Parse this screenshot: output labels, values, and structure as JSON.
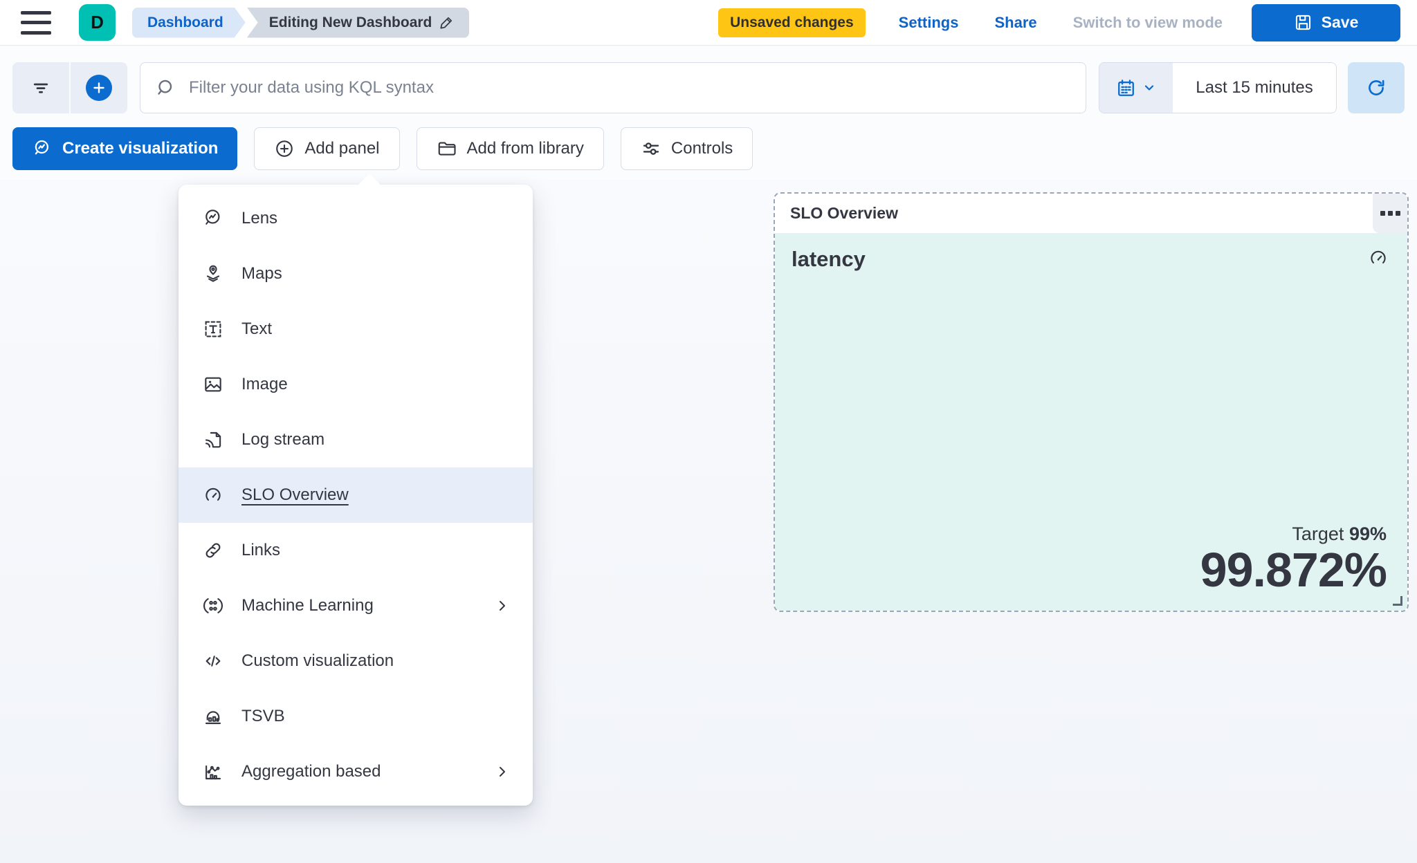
{
  "nav": {
    "logo_letter": "D",
    "breadcrumbs": [
      {
        "label": "Dashboard"
      },
      {
        "label": "Editing New Dashboard"
      }
    ],
    "unsaved_badge": "Unsaved changes",
    "settings_label": "Settings",
    "share_label": "Share",
    "switch_view_label": "Switch to view mode",
    "save_label": "Save"
  },
  "query_bar": {
    "search_placeholder": "Filter your data using KQL syntax",
    "time_range": "Last 15 minutes"
  },
  "actions": {
    "create_visualization": "Create visualization",
    "add_panel": "Add panel",
    "add_from_library": "Add from library",
    "controls": "Controls"
  },
  "add_panel_menu": {
    "items": [
      {
        "label": "Lens",
        "icon": "lens-icon"
      },
      {
        "label": "Maps",
        "icon": "maps-icon"
      },
      {
        "label": "Text",
        "icon": "text-icon"
      },
      {
        "label": "Image",
        "icon": "image-icon"
      },
      {
        "label": "Log stream",
        "icon": "log-stream-icon"
      },
      {
        "label": "SLO Overview",
        "icon": "gauge-icon",
        "selected": true
      },
      {
        "label": "Links",
        "icon": "link-icon"
      },
      {
        "label": "Machine Learning",
        "icon": "machine-learning-icon",
        "submenu": true
      },
      {
        "label": "Custom visualization",
        "icon": "code-icon"
      },
      {
        "label": "TSVB",
        "icon": "tsvb-icon"
      },
      {
        "label": "Aggregation based",
        "icon": "aggregation-icon",
        "submenu": true
      }
    ]
  },
  "slo_panel": {
    "title": "SLO Overview",
    "name": "latency",
    "target_label": "Target",
    "target_value": "99%",
    "value": "99.872%"
  },
  "colors": {
    "brand_teal": "#00bfb3",
    "primary_blue": "#0b6bce",
    "link_blue": "#0d63c8",
    "warning_yellow": "#fec514",
    "panel_mint": "#e2f4f1",
    "selection_blue": "#e8eef9",
    "text": "#343741"
  }
}
